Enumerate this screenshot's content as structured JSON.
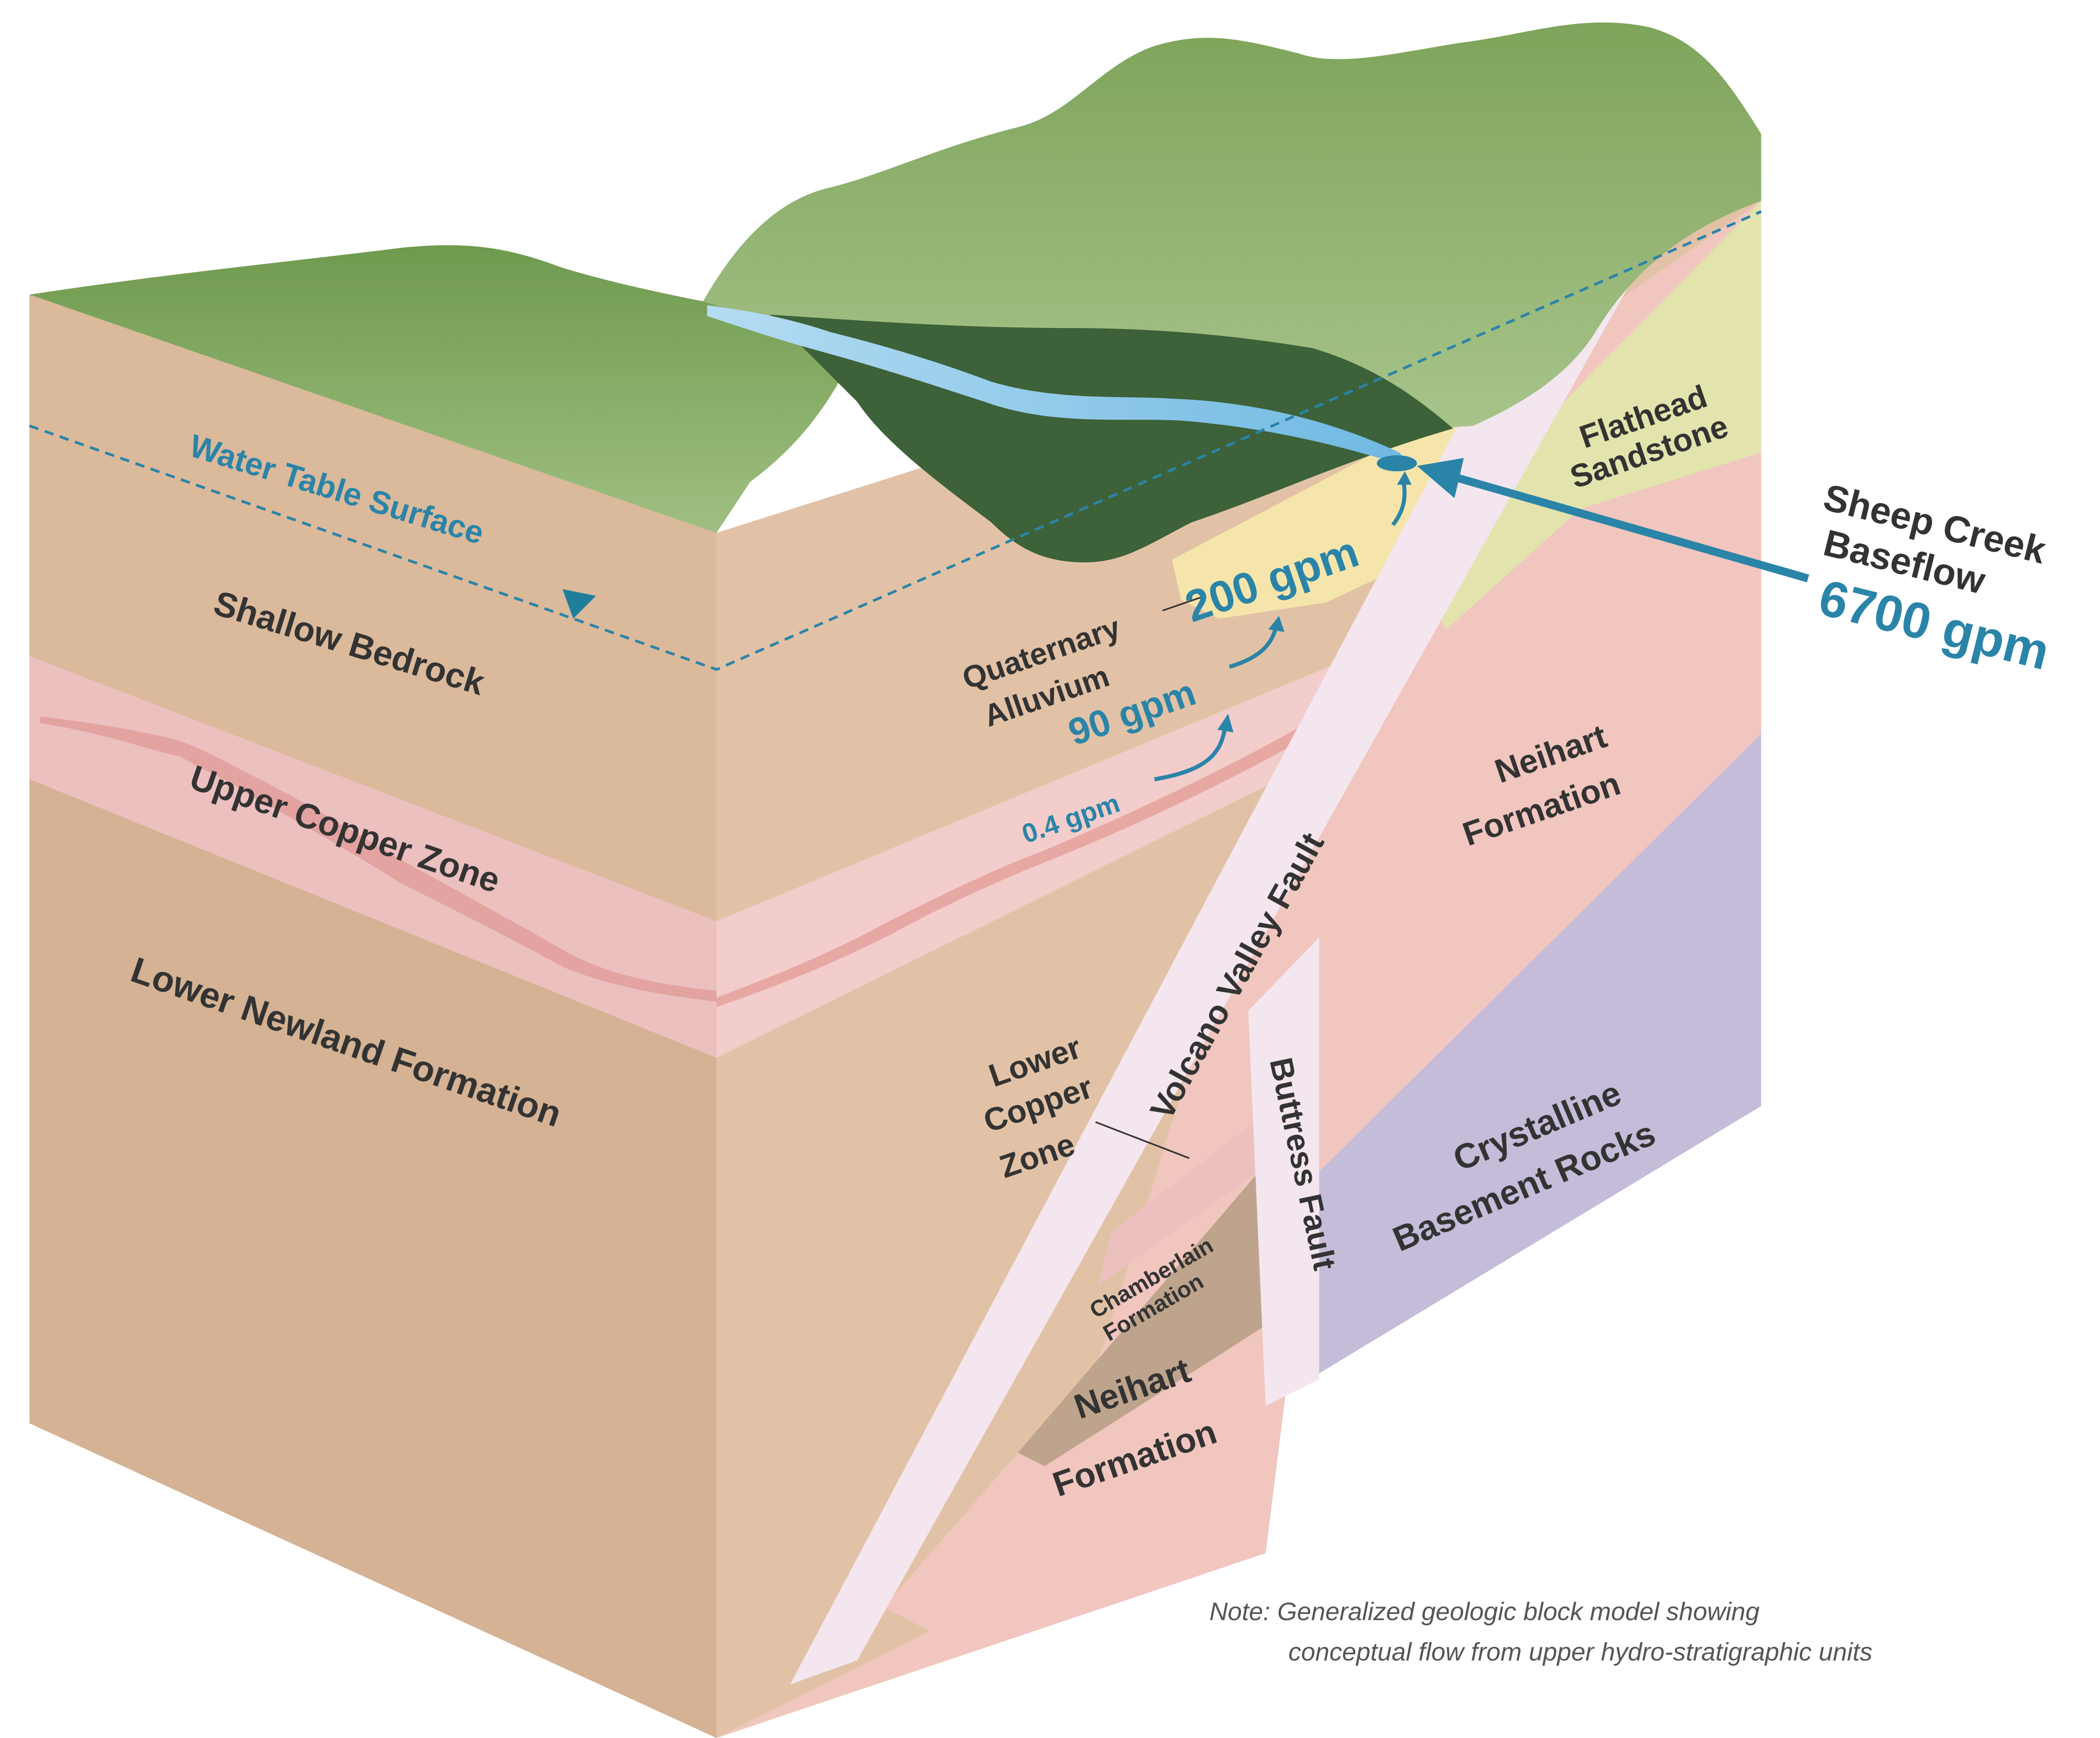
{
  "colors": {
    "hills": "#8fb36f",
    "valley": "#3d6138",
    "creek": "#8cc8ea",
    "bedrock": "#e2c2a6",
    "newland": "#d4b293",
    "copper_band": "#f0c4c2",
    "alluvium": "#f5e5aa",
    "flathead": "#e3e3ad",
    "neihart": "#f0c6bf",
    "basement": "#c5bcd9",
    "chamberlain": "#bea48c",
    "fault": "#f4e6ee",
    "flow_blue": "#2a84a8"
  },
  "labels": {
    "water_table": "Water Table Surface",
    "shallow_bedrock": "Shallow Bedrock",
    "upper_copper_zone": "Upper Copper Zone",
    "lower_newland": "Lower Newland Formation",
    "quaternary_l1": "Quaternary",
    "quaternary_l2": "Alluvium",
    "flathead_l1": "Flathead",
    "flathead_l2": "Sandstone",
    "sheep_l1": "Sheep Creek",
    "sheep_l2": "Baseflow",
    "sheep_value": "6700 gpm",
    "gpm_200": "200 gpm",
    "gpm_90": "90 gpm",
    "gpm_04": "0.4 gpm",
    "neihart_upper_l1": "Neihart",
    "neihart_upper_l2": "Formation",
    "volcano_fault": "Volcano Valley Fault",
    "buttress_fault": "Buttress Fault",
    "lower_copper_l1": "Lower",
    "lower_copper_l2": "Copper",
    "lower_copper_l3": "Zone",
    "chamberlain_l1": "Chamberlain",
    "chamberlain_l2": "Formation",
    "neihart_lower_l1": "Neihart",
    "neihart_lower_l2": "Formation",
    "crystalline_l1": "Crystalline",
    "crystalline_l2": "Basement Rocks",
    "note_l1": "Note: Generalized geologic block model showing",
    "note_l2": "conceptual flow from upper hydro-stratigraphic units"
  }
}
